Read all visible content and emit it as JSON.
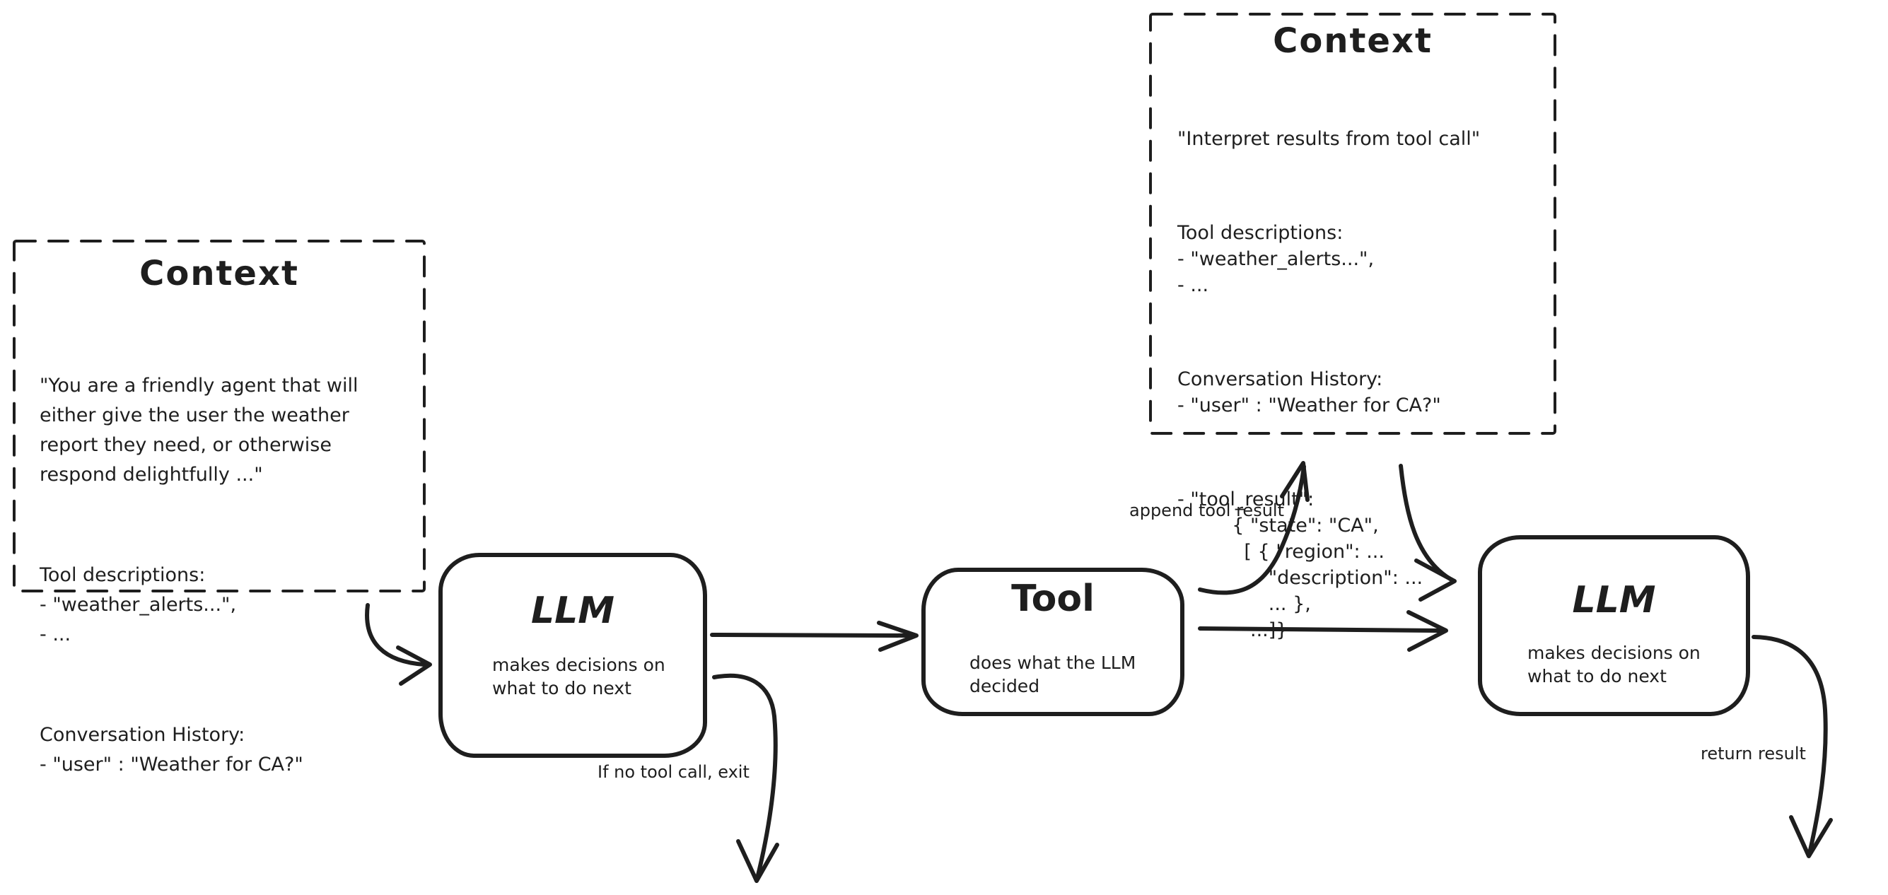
{
  "colors": {
    "ink": "#1e1e1e",
    "background": "#ffffff"
  },
  "context_left": {
    "title": "Context",
    "paragraphs": [
      "\"You are a friendly agent that will\neither give the user the weather\nreport they need, or otherwise\nrespond delightfully ...\"",
      "Tool descriptions:\n- \"weather_alerts...\",\n- ...",
      "Conversation History:\n- \"user\" : \"Weather for CA?\""
    ]
  },
  "context_right": {
    "title": "Context",
    "paragraphs": [
      "\"Interpret results from tool call\"",
      "Tool descriptions:\n- \"weather_alerts...\",\n- ...",
      "Conversation History:\n- \"user\" : \"Weather for CA?\"",
      "- \"tool_result\":\n         { \"state\": \"CA\",\n           [ { \"region\": ...\n               \"description\": ...\n               ... },\n            ...]}"
    ]
  },
  "nodes": {
    "llm1": {
      "title": "LLM",
      "subtitle": "makes decisions on\nwhat to do next"
    },
    "tool": {
      "title": "Tool",
      "subtitle": "does what the LLM\ndecided"
    },
    "llm2": {
      "title": "LLM",
      "subtitle": "makes decisions on\nwhat to do next"
    }
  },
  "edge_labels": {
    "append_tool_result": "append tool result",
    "if_no_tool_call_exit": "If no tool call, exit",
    "return_result": "return result"
  }
}
